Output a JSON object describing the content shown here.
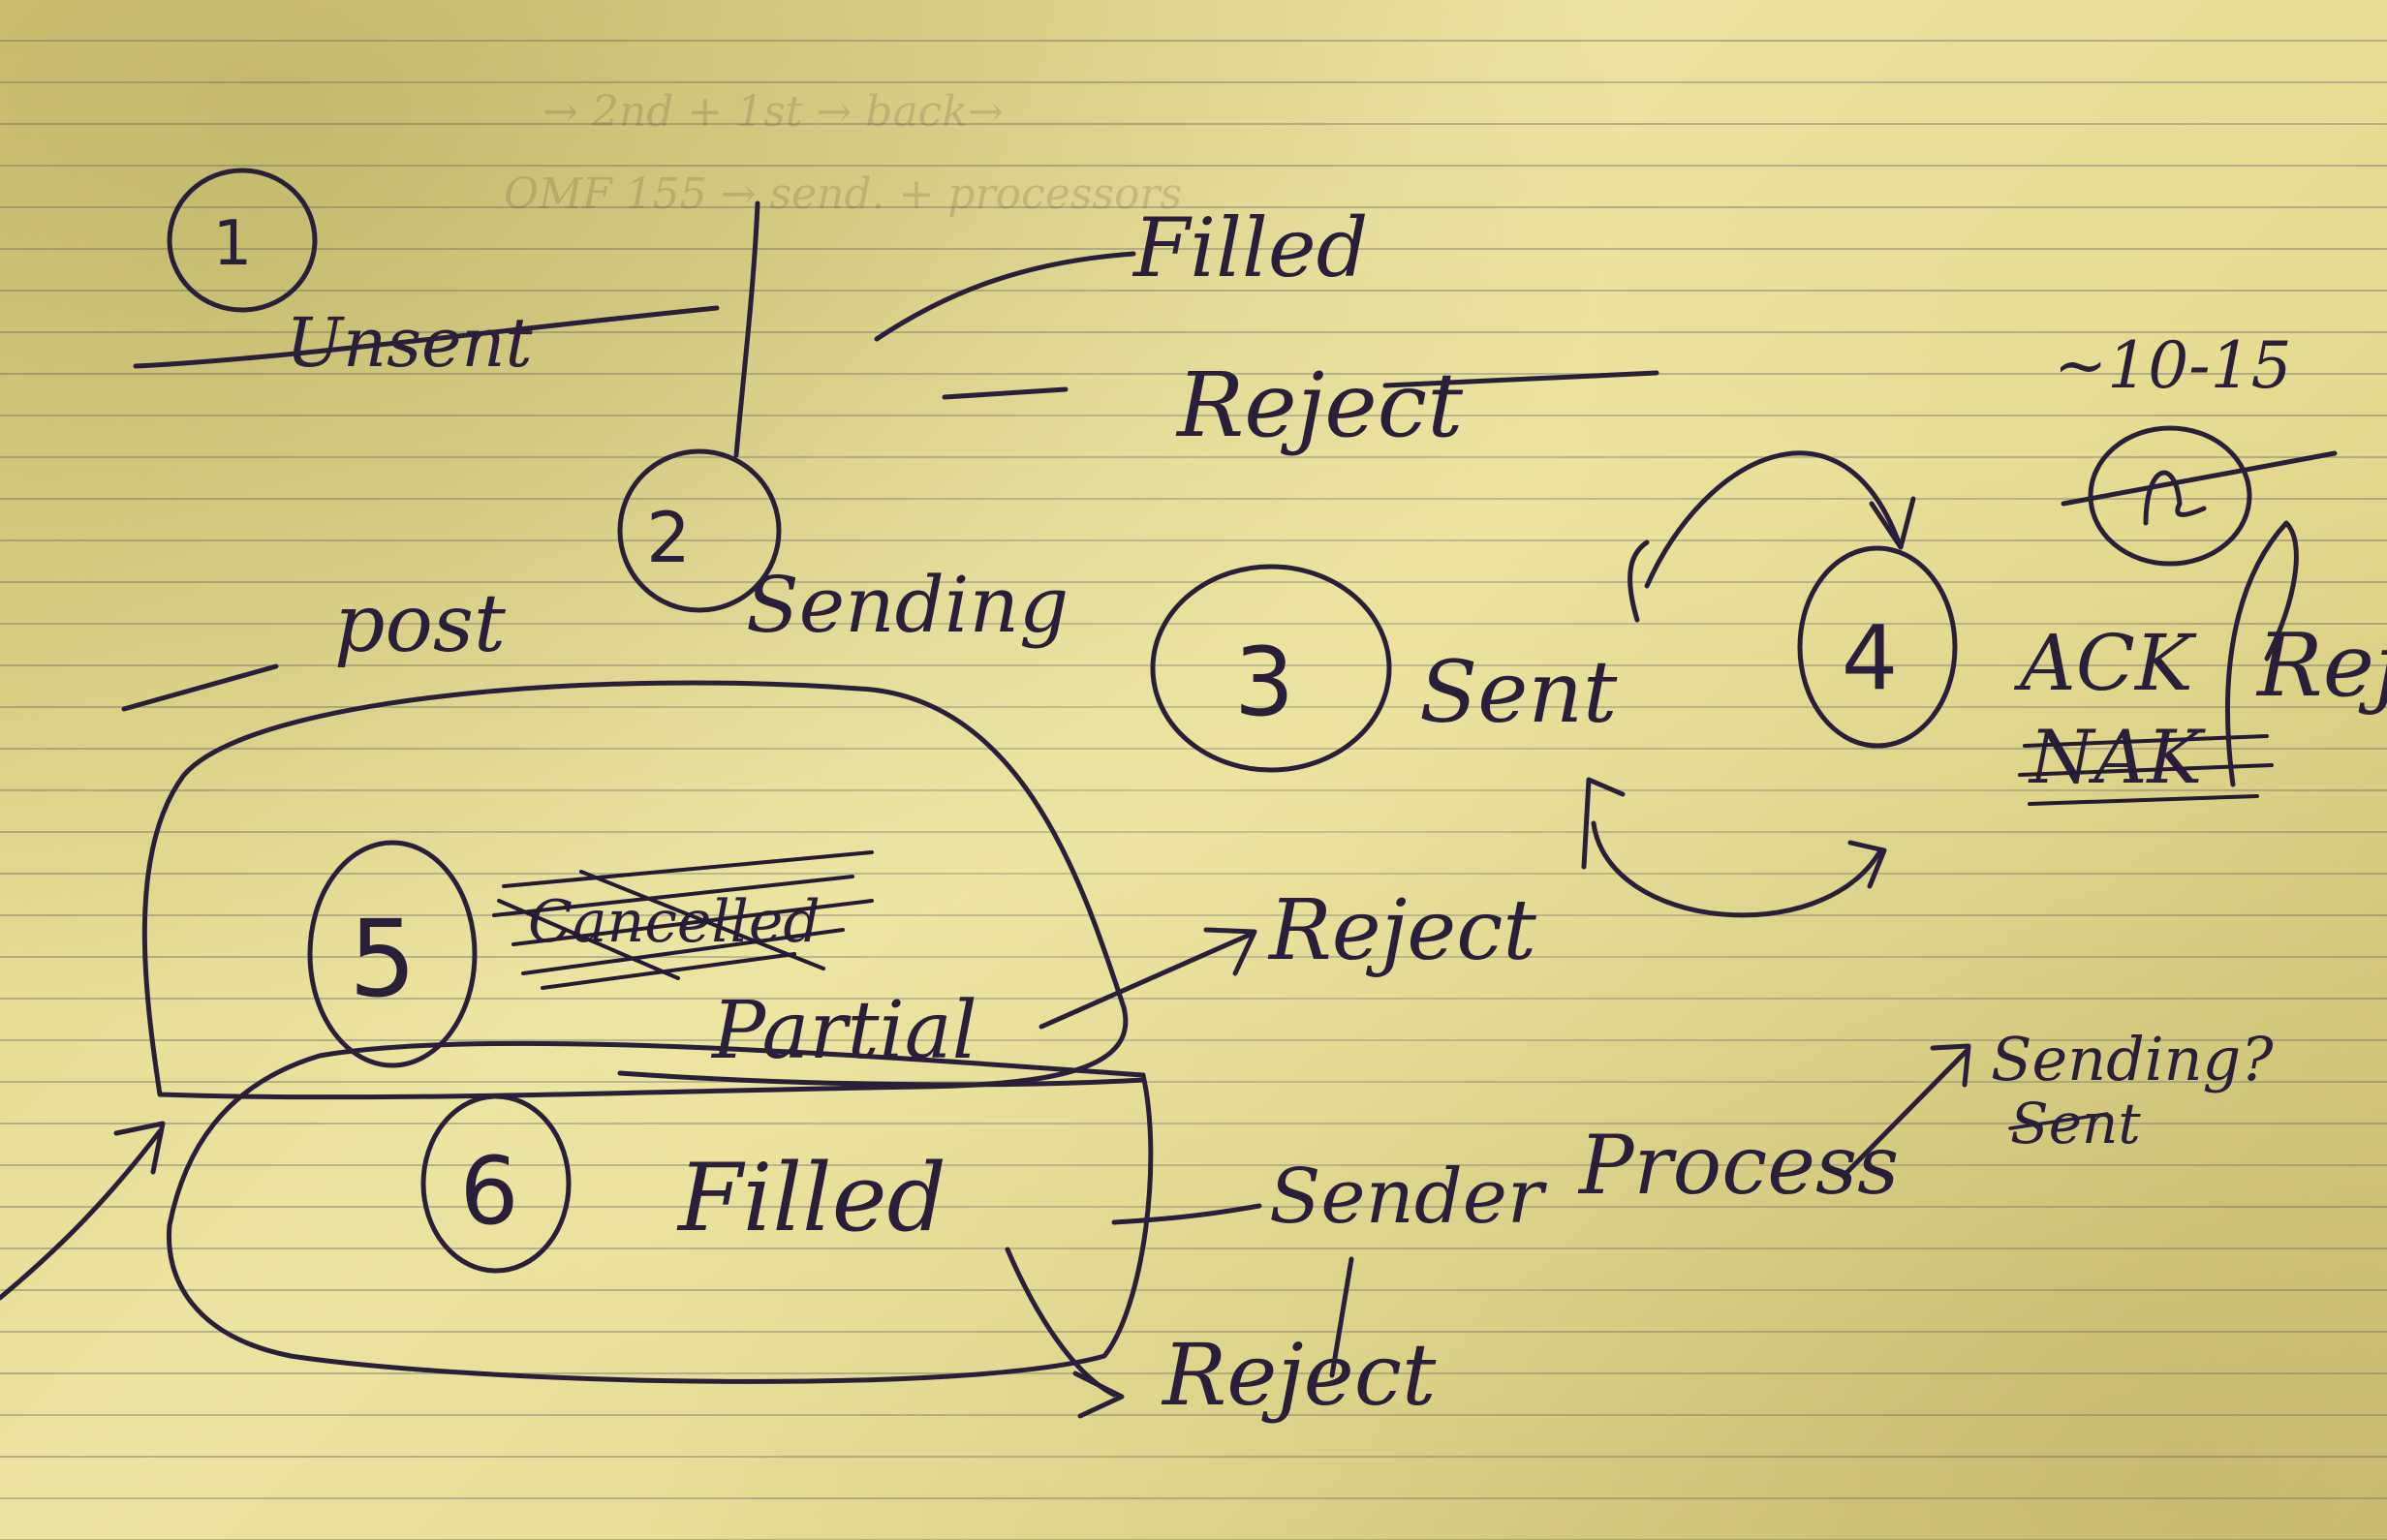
{
  "ghost_text": [
    "→ 2nd + 1st → back→",
    "OMF 155 → send. + processors"
  ],
  "states": [
    {
      "number": "1",
      "label": "Unsent"
    },
    {
      "number": "2",
      "label": "Sending"
    },
    {
      "number": "3",
      "label": "Sent"
    },
    {
      "number": "4",
      "label": "ACK"
    },
    {
      "number": "5",
      "label": "Partial"
    },
    {
      "number": "6",
      "label": "Filled"
    }
  ],
  "labels": {
    "post": "post",
    "filled_top": "Filled",
    "reject_top": "Reject",
    "reject_mid": "Reject",
    "reject_bottom": "Reject",
    "reject_right": "Reject",
    "timing": "~10-15",
    "sender": "Sender",
    "process": "Process",
    "sending_q": "Sending?",
    "sent_small": "Sent"
  },
  "crossed_out": [
    "Unsent",
    "NAK",
    "Cancelled"
  ]
}
